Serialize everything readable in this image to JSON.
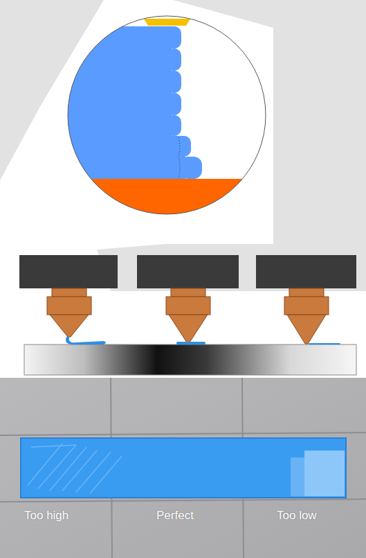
{
  "diagram": {
    "labels": [
      "Too high",
      "Perfect",
      "Too low"
    ]
  }
}
